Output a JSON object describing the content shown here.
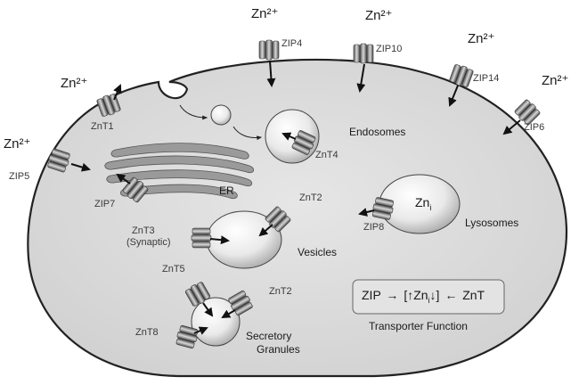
{
  "zinc_ions": {
    "zip4": "Zn²⁺",
    "zip10": "Zn²⁺",
    "zip14": "Zn²⁺",
    "zip6": "Zn²⁺",
    "znt1": "Zn²⁺",
    "zip5": "Zn²⁺"
  },
  "transporters": {
    "zip4": "ZIP4",
    "zip10": "ZIP10",
    "zip14": "ZIP14",
    "zip6": "ZIP6",
    "znt1": "ZnT1",
    "zip5": "ZIP5",
    "zip7": "ZIP7",
    "znt4": "ZnT4",
    "znt2_vesicle": "ZnT2",
    "znt3": "ZnT3",
    "znt3_note": "(Synaptic)",
    "zip8": "ZIP8",
    "znt5": "ZnT5",
    "znt2_granule": "ZnT2",
    "znt8": "ZnT8"
  },
  "organelles": {
    "endosomes": "Endosomes",
    "er": "ER",
    "lysosomes": "Lysosomes",
    "vesicles": "Vesicles",
    "granules_line1": "Secretory",
    "granules_line2": "Granules"
  },
  "lysosome_content": {
    "base": "Zn",
    "sub": "i"
  },
  "function_box": {
    "formula_left": "ZIP",
    "formula_mid": "[↑Zn",
    "formula_sub": "i",
    "formula_mid2": "↓]",
    "formula_right": "ZnT",
    "caption": "Transporter Function"
  }
}
